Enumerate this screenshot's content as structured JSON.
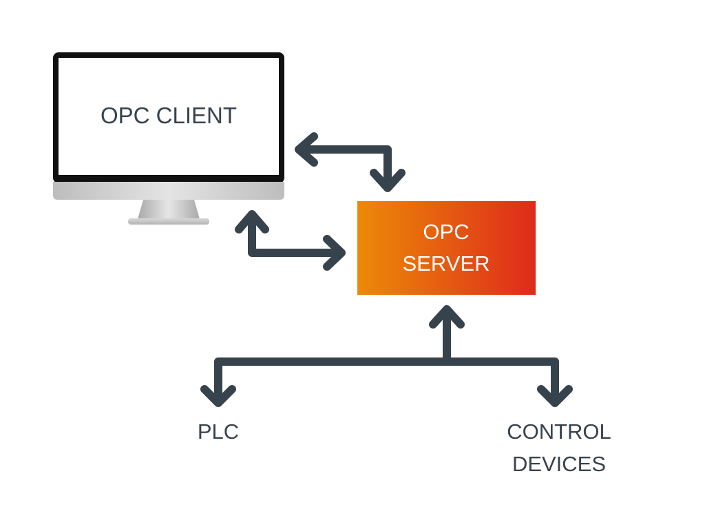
{
  "client": {
    "label": "OPC CLIENT"
  },
  "server": {
    "line1": "OPC",
    "line2": "SERVER"
  },
  "devices": {
    "plc": "PLC",
    "control_line1": "CONTROL",
    "control_line2": "DEVICES"
  },
  "colors": {
    "arrow": "#37434C",
    "text_dark": "#37434C",
    "text_light": "#FFFFFF",
    "server_gradient_start": "#EC8A07",
    "server_gradient_end": "#DE2B1B",
    "monitor_bezel": "#111111",
    "monitor_chin": "#C9C9C9"
  }
}
